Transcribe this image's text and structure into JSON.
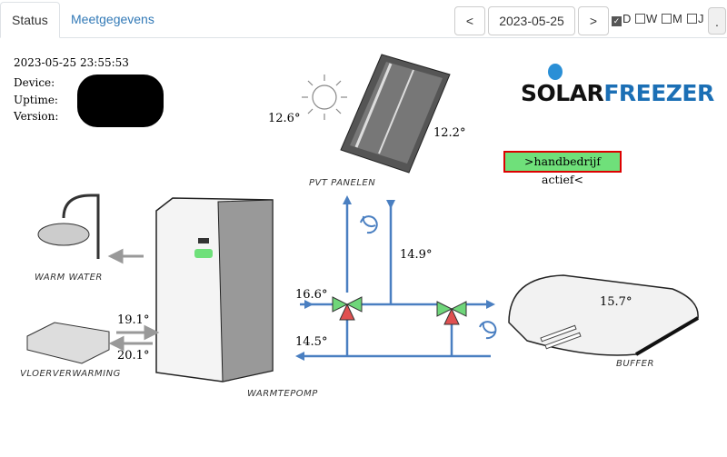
{
  "tabs": [
    {
      "label": "Status",
      "active": true
    },
    {
      "label": "Meetgegevens",
      "active": false
    }
  ],
  "nav": {
    "prev": "<",
    "date": "2023-05-25",
    "next": ">",
    "dot": "."
  },
  "period": [
    {
      "label": "D",
      "checked": true
    },
    {
      "label": "W",
      "checked": false
    },
    {
      "label": "M",
      "checked": false
    },
    {
      "label": "J",
      "checked": false
    }
  ],
  "info": {
    "timestamp": "2023-05-25 23:55:53",
    "device_label": "Device:",
    "uptime_label": "Uptime:",
    "version_label": "Version:"
  },
  "logo": {
    "text_a": "SOL",
    "text_b": "AR",
    "text_c": "FREEZER"
  },
  "status_text": ">handbedrijf actief<",
  "labels": {
    "pvt": "PVT PANELEN",
    "warm_water": "WARM WATER",
    "floor": "VLOERVERWARMING",
    "heatpump": "WARMTEPOMP",
    "buffer": "BUFFER"
  },
  "temps": {
    "ambient": "12.6°",
    "pvt": "12.2°",
    "pvt_return": "14.9°",
    "supply_in": "16.6°",
    "return": "14.5°",
    "floor_supply": "19.1°",
    "floor_return": "20.1°",
    "buffer": "15.7°"
  },
  "colors": {
    "pipe": "#4a7fc1",
    "valve_green": "#6fd67a",
    "valve_red": "#e05050",
    "status_border": "#dd0000",
    "status_bg": "#6fe07a"
  }
}
